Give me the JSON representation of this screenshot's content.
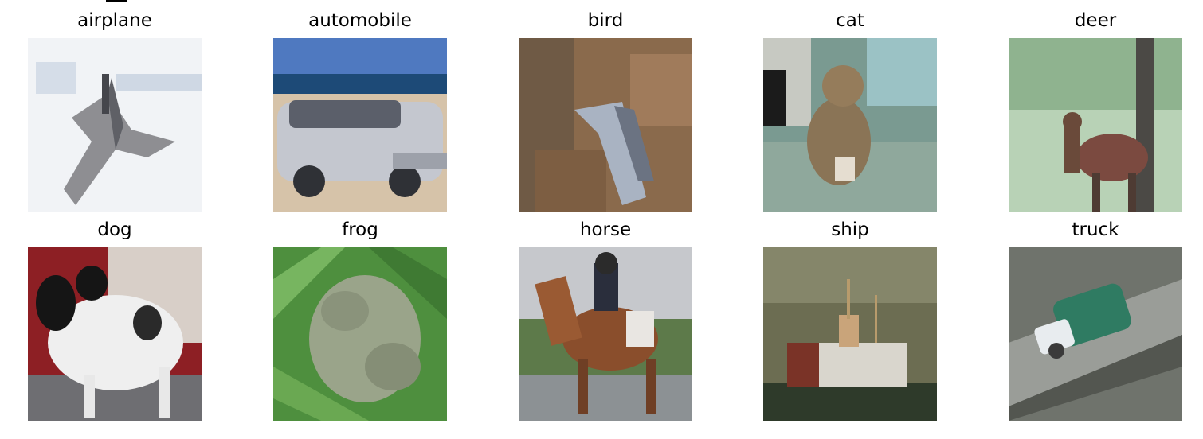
{
  "figure": {
    "classes": [
      {
        "label": "airplane"
      },
      {
        "label": "automobile"
      },
      {
        "label": "bird"
      },
      {
        "label": "cat"
      },
      {
        "label": "deer"
      },
      {
        "label": "dog"
      },
      {
        "label": "frog"
      },
      {
        "label": "horse"
      },
      {
        "label": "ship"
      },
      {
        "label": "truck"
      }
    ]
  }
}
